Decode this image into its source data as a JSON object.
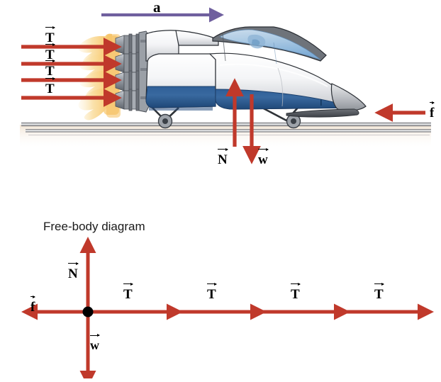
{
  "figure": {
    "title_text": "",
    "colors": {
      "force_arrow_red": "#c0392b",
      "acceleration_arrow_purple": "#6f5f9e",
      "body_white": "#f2f3f5",
      "body_blue": "#2e5c93",
      "engine_gray": "#8d9199",
      "flame_orange": "#f6c16a",
      "track_gray": "#8a8d91",
      "label_black": "#000000"
    }
  },
  "scene": {
    "name": "rocket-sled-on-track",
    "acceleration": {
      "label": "a",
      "symbol": "a",
      "direction": "right",
      "color": "#6f5f9e"
    },
    "thrust_arrows": [
      {
        "label": "T",
        "direction": "right",
        "index": 1
      },
      {
        "label": "T",
        "direction": "right",
        "index": 2
      },
      {
        "label": "T",
        "direction": "right",
        "index": 3
      },
      {
        "label": "T",
        "direction": "right",
        "index": 4
      }
    ],
    "friction": {
      "label": "f",
      "direction": "left"
    },
    "normal": {
      "label": "N",
      "direction": "up"
    },
    "weight": {
      "label": "w",
      "direction": "down"
    }
  },
  "free_body_diagram": {
    "title": "Free-body diagram",
    "origin_label": "point-mass",
    "forces": [
      {
        "label": "N",
        "direction": "up"
      },
      {
        "label": "w",
        "direction": "down"
      },
      {
        "label": "f",
        "direction": "left"
      },
      {
        "label": "T",
        "direction": "right",
        "index": 1
      },
      {
        "label": "T",
        "direction": "right",
        "index": 2
      },
      {
        "label": "T",
        "direction": "right",
        "index": 3
      },
      {
        "label": "T",
        "direction": "right",
        "index": 4
      }
    ]
  }
}
